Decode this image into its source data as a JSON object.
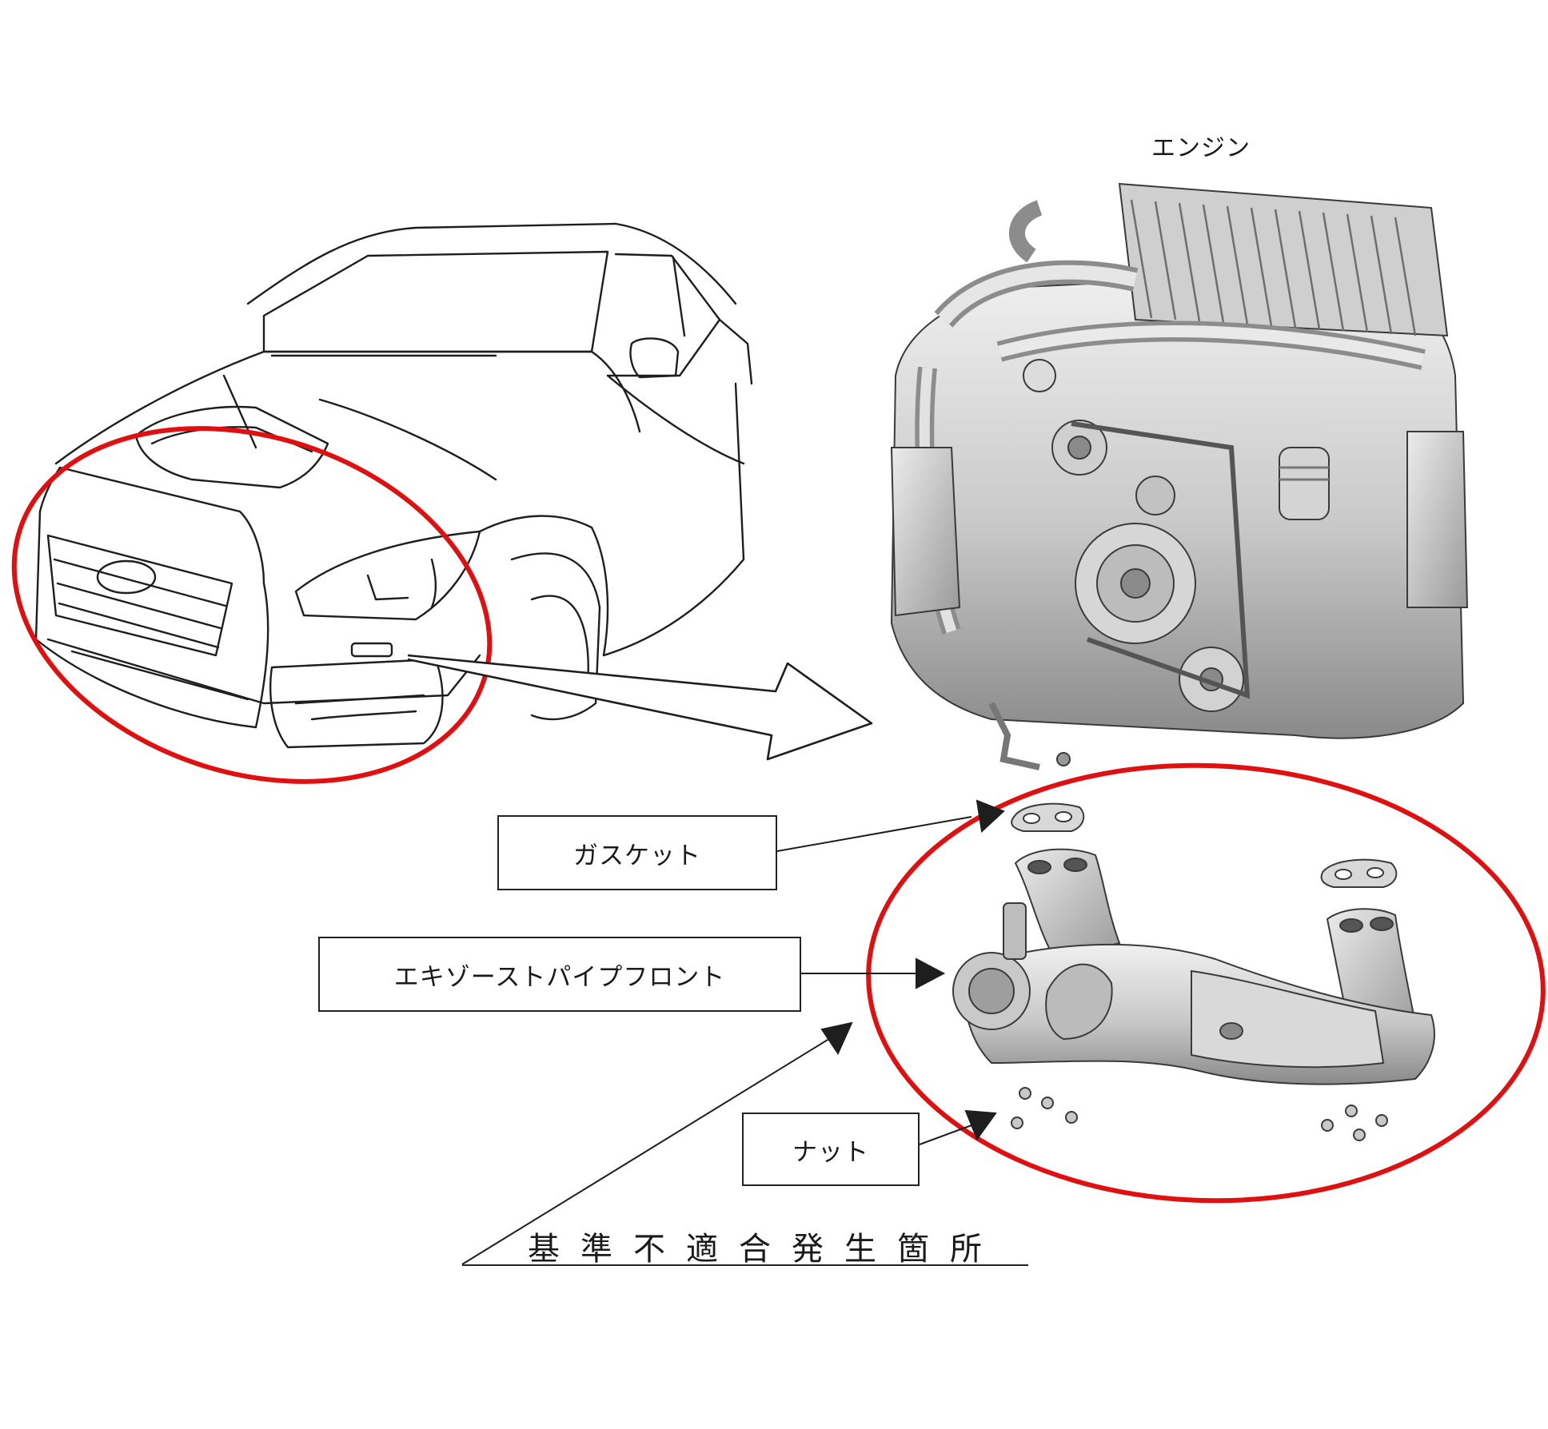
{
  "labels": {
    "engine": "エンジン",
    "gasket": "ガスケット",
    "exhaust_pipe_front": "エキゾーストパイプフロント",
    "nut": "ナット",
    "nonconforming_location": "基準不適合発生箇所"
  },
  "colors": {
    "highlight_ring": "#e01010",
    "line_art": "#1e1e1e",
    "metal_light": "#e4e4e4",
    "metal_mid": "#b9b9b9",
    "metal_dark": "#7d7d7d"
  },
  "icons": {
    "car": "car-line-drawing-icon",
    "engine": "boxer-engine-render-icon",
    "exhaust": "exhaust-manifold-assembly-icon"
  }
}
